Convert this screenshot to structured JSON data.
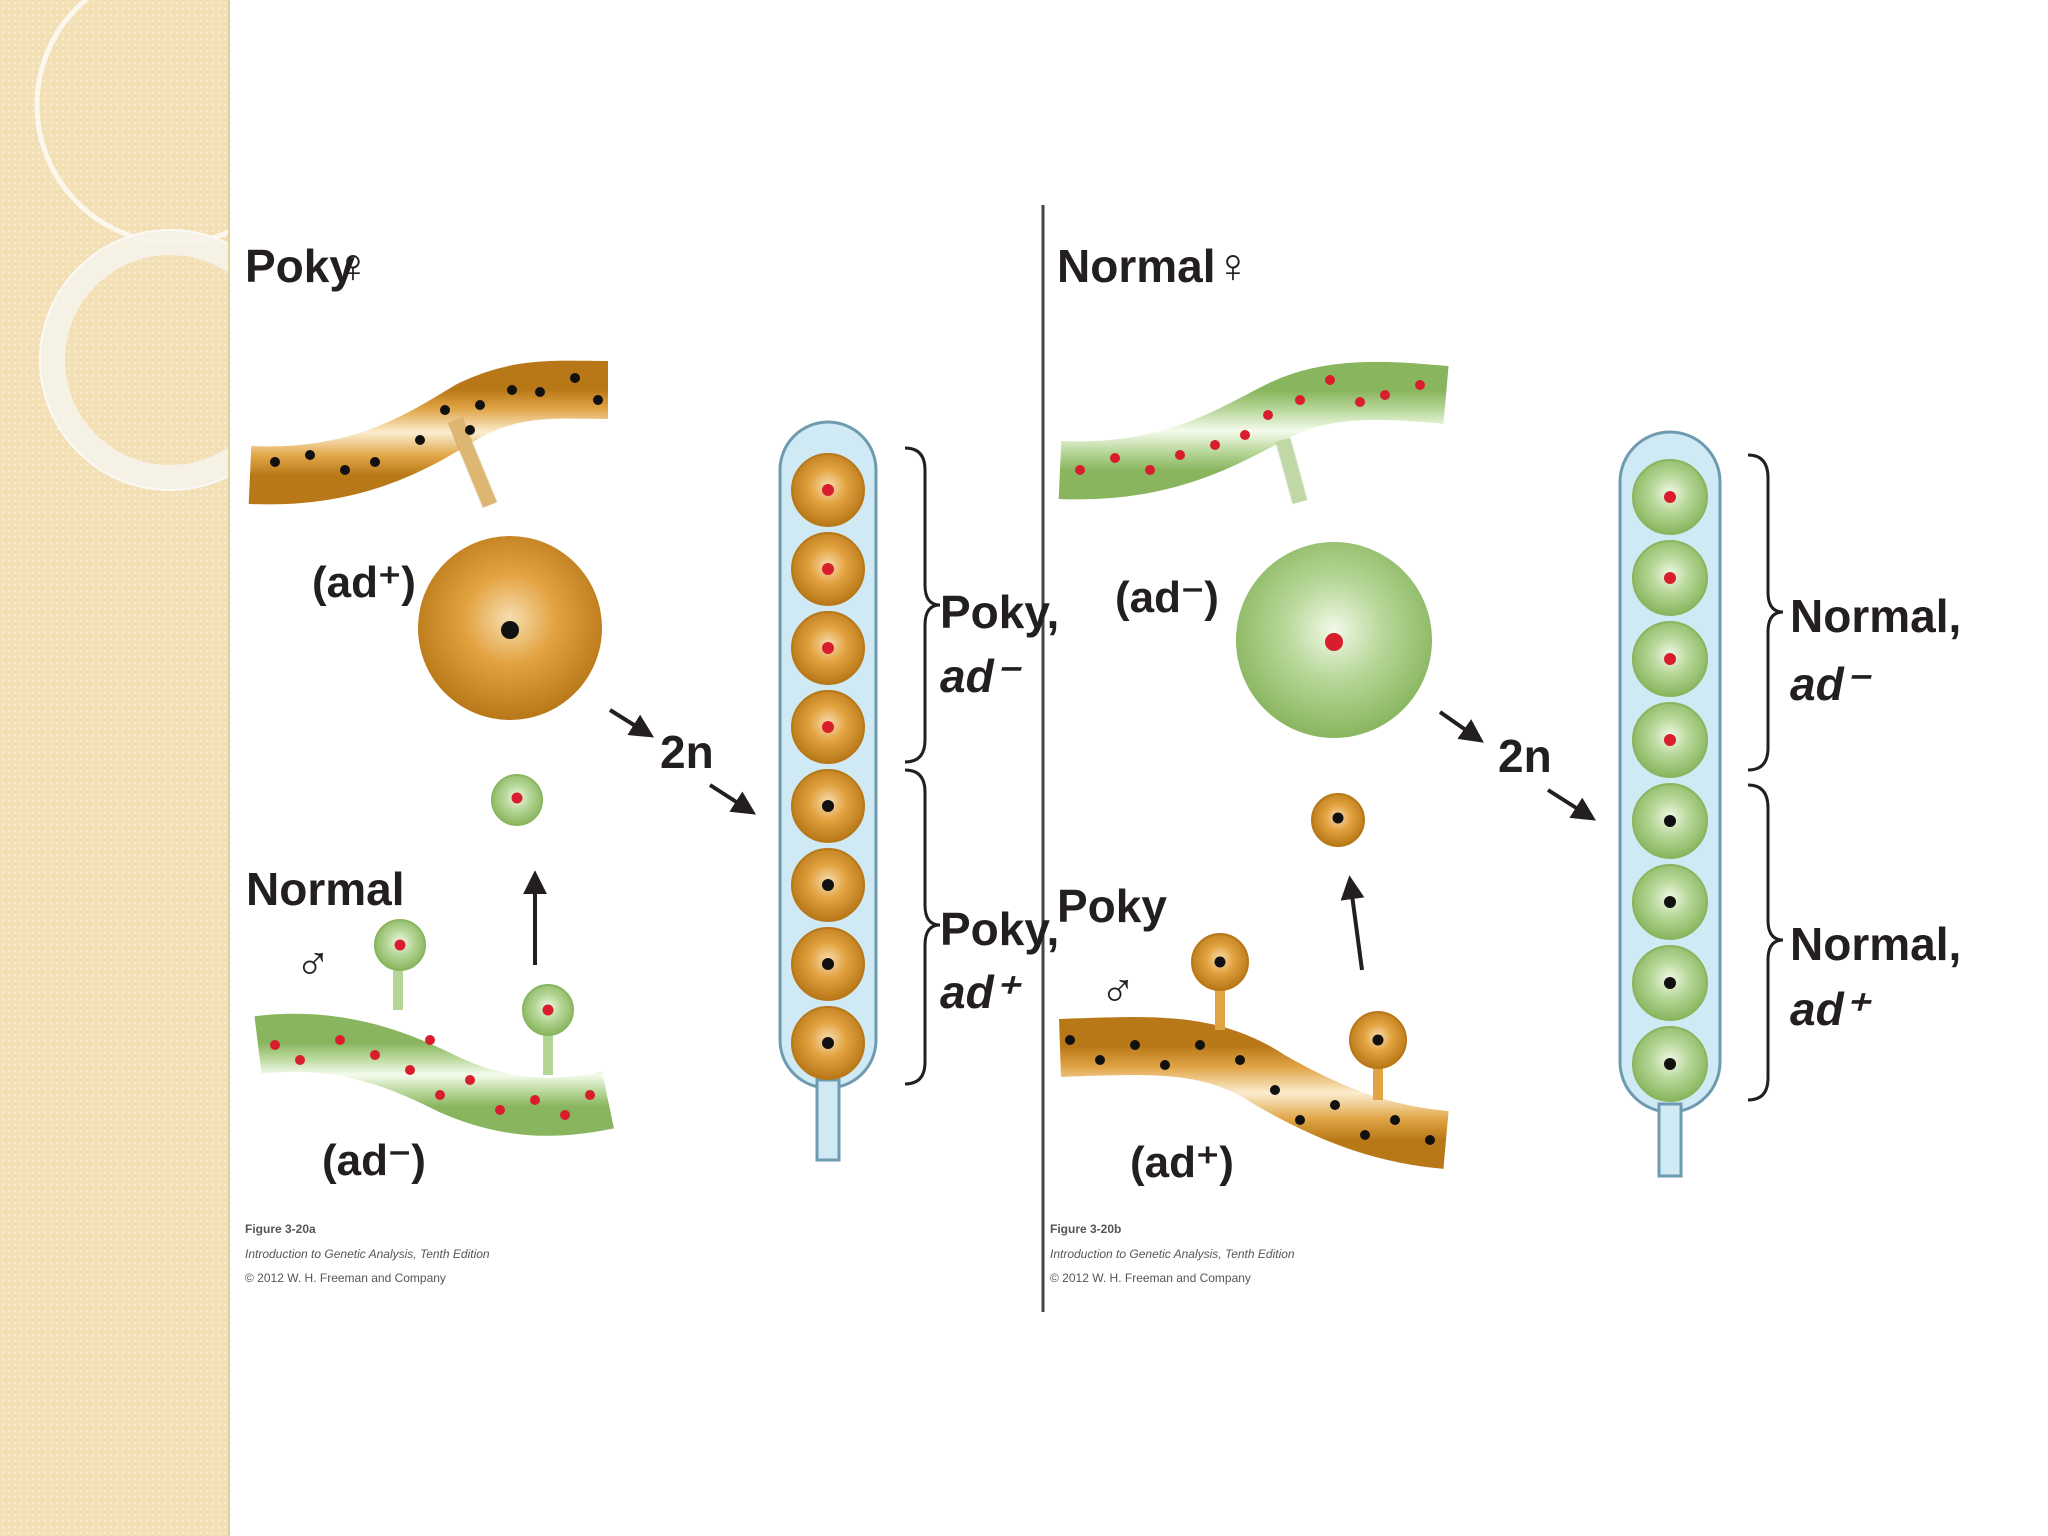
{
  "colors": {
    "poky_dark": "#b97818",
    "poky_mid": "#e0a445",
    "poky_light": "#f6deb0",
    "normal_dark": "#89b55e",
    "normal_mid": "#b5d596",
    "normal_light": "#ecf6e0",
    "ascus_fill": "#cfeaf5",
    "ascus_stroke": "#6e9bb0",
    "dot_black": "#111111",
    "dot_red": "#d81e2c",
    "sidebar": "#f3dfb4"
  },
  "panel_a": {
    "female_label": "Poky",
    "female_symbol": "♀",
    "female_genotype": "(ad⁺)",
    "male_label": "Normal",
    "male_symbol": "♂",
    "male_genotype": "(ad⁻)",
    "diploid_label": "2n",
    "upper_spores_label_1": "Poky,",
    "upper_spores_label_2": "ad⁻",
    "lower_spores_label_1": "Poky,",
    "lower_spores_label_2": "ad⁺",
    "caption_1": "Figure 3-20a",
    "caption_2": "Introduction to Genetic Analysis, Tenth Edition",
    "caption_3": "© 2012 W. H. Freeman and Company"
  },
  "panel_b": {
    "female_label": "Normal",
    "female_symbol": "♀",
    "female_genotype": "(ad⁻)",
    "male_label": "Poky",
    "male_symbol": "♂",
    "male_genotype": "(ad⁺)",
    "diploid_label": "2n",
    "upper_spores_label_1": "Normal,",
    "upper_spores_label_2": "ad⁻",
    "lower_spores_label_1": "Normal,",
    "lower_spores_label_2": "ad⁺",
    "caption_1": "Figure 3-20b",
    "caption_2": "Introduction to Genetic Analysis, Tenth Edition",
    "caption_3": "© 2012 W. H. Freeman and Company"
  }
}
